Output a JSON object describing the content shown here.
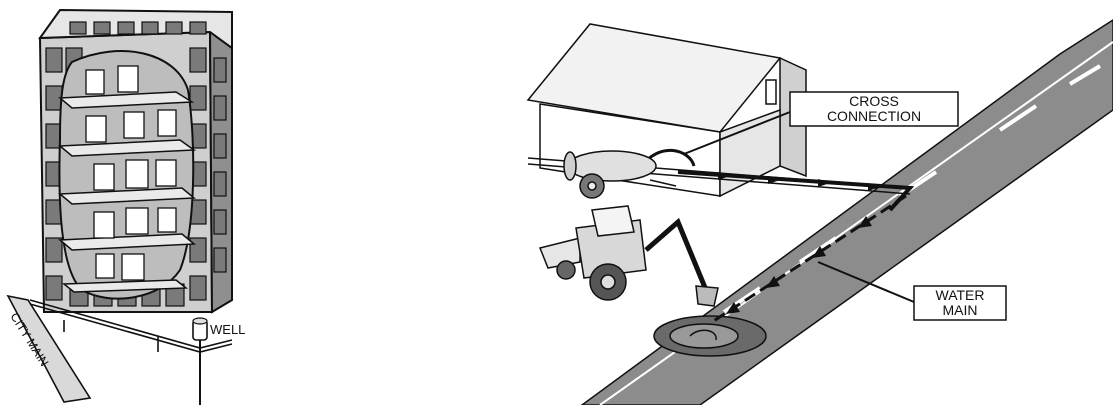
{
  "left_figure": {
    "labels": {
      "well": "WELL",
      "city_main": "CITY MAIN"
    }
  },
  "right_figure": {
    "labels": {
      "cross_connection_line1": "CROSS",
      "cross_connection_line2": "CONNECTION",
      "water_main_line1": "WATER",
      "water_main_line2": "MAIN"
    }
  },
  "colors": {
    "ink": "#111111",
    "wall_light": "#d6d6d6",
    "wall_mid": "#9a9a9a",
    "wall_dark": "#6f6f6f",
    "road": "#8c8c8c",
    "road_dark": "#5a5a5a",
    "cutaway": "#bdbdbd"
  }
}
